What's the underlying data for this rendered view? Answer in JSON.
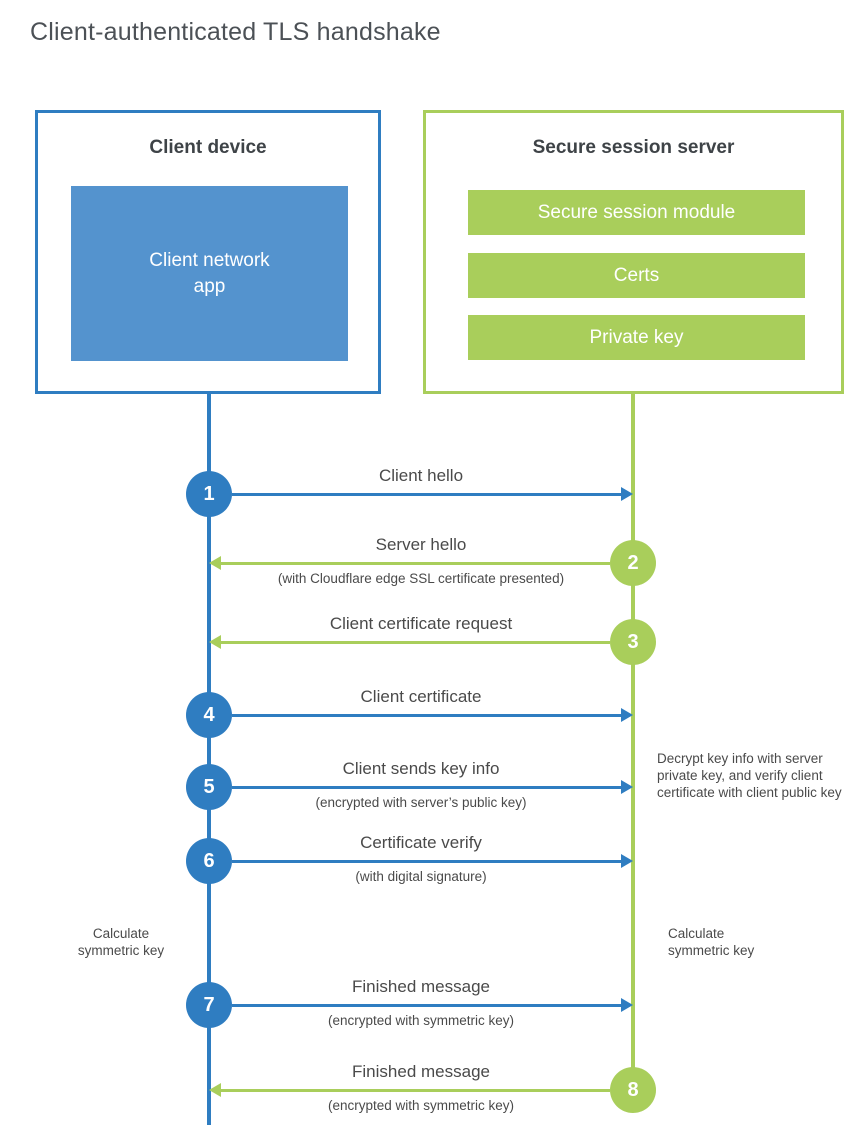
{
  "title": "Client-authenticated TLS handshake",
  "colors": {
    "blue": "#2F7DC1",
    "blue_fill": "#5493CE",
    "green": "#A9CE5B",
    "text": "#4A4A4A"
  },
  "client": {
    "title": "Client device",
    "app_label": "Client network app"
  },
  "server": {
    "title": "Secure session server",
    "modules": [
      "Secure session module",
      "Certs",
      "Private key"
    ]
  },
  "steps": [
    {
      "num": "1",
      "label": "Client hello",
      "sublabel": "",
      "direction": "right",
      "color": "blue"
    },
    {
      "num": "2",
      "label": "Server hello",
      "sublabel": "(with Cloudflare edge SSL certificate presented)",
      "direction": "left",
      "color": "green"
    },
    {
      "num": "3",
      "label": "Client certificate request",
      "sublabel": "",
      "direction": "left",
      "color": "green"
    },
    {
      "num": "4",
      "label": "Client certificate",
      "sublabel": "",
      "direction": "right",
      "color": "blue"
    },
    {
      "num": "5",
      "label": "Client sends key info",
      "sublabel": "(encrypted with server’s public key)",
      "direction": "right",
      "color": "blue"
    },
    {
      "num": "6",
      "label": "Certificate verify",
      "sublabel": "(with digital signature)",
      "direction": "right",
      "color": "blue"
    },
    {
      "num": "7",
      "label": "Finished message",
      "sublabel": "(encrypted with symmetric key)",
      "direction": "right",
      "color": "blue"
    },
    {
      "num": "8",
      "label": "Finished message",
      "sublabel": "(encrypted with symmetric key)",
      "direction": "left",
      "color": "green"
    }
  ],
  "annotations": {
    "decrypt_note": "Decrypt key info with server private key, and verify client certificate with client public key",
    "calc_left": "Calculate symmetric key",
    "calc_right": "Calculate symmetric key"
  }
}
